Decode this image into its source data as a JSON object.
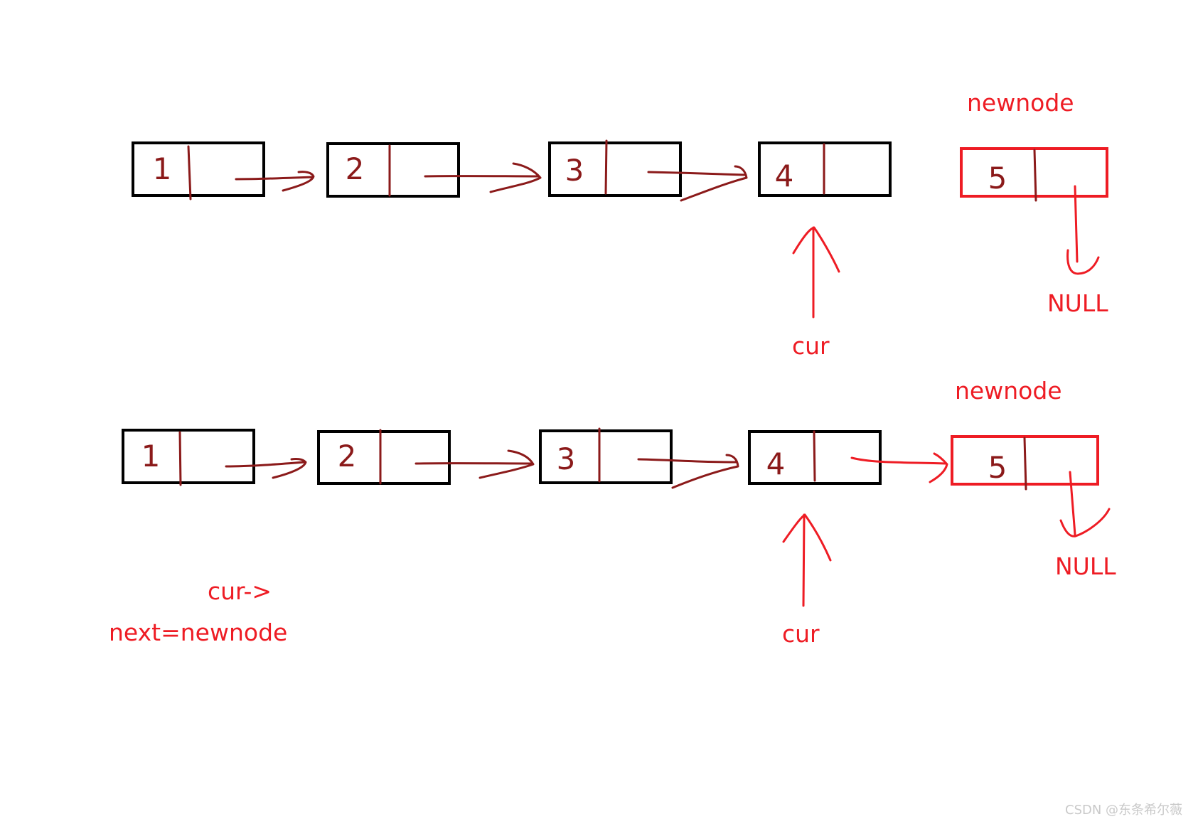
{
  "colors": {
    "ink": "#8b1a1a",
    "highlight": "#ee1c24",
    "box": "#000000",
    "background": "#ffffff",
    "watermark": "#c9c9c9"
  },
  "before": {
    "nodes": [
      "1",
      "2",
      "3",
      "4"
    ],
    "new_node": "5",
    "new_node_label": "newnode",
    "null_label": "NULL",
    "pointer_label": "cur"
  },
  "after": {
    "nodes": [
      "1",
      "2",
      "3",
      "4"
    ],
    "new_node": "5",
    "new_node_label": "newnode",
    "null_label": "NULL",
    "pointer_label": "cur",
    "operation_line1": "cur->",
    "operation_line2": "next=newnode"
  },
  "watermark": "CSDN @东条希尔薇"
}
